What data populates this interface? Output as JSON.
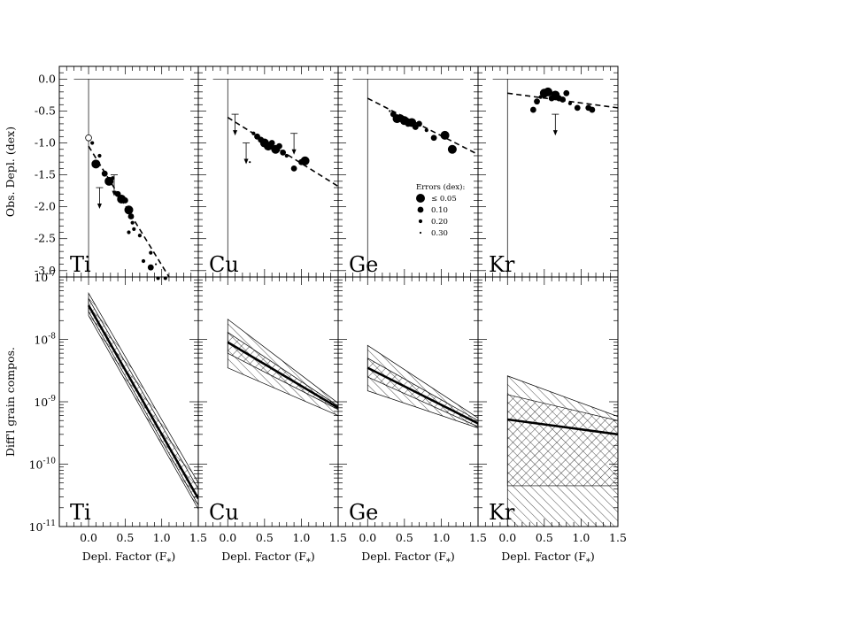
{
  "chart_data": [
    {
      "type": "scatter",
      "element": "Ti",
      "panel_label": "Ti",
      "row": "top",
      "ylabel": "Obs. Depl. (dex)",
      "xlim": [
        -0.4,
        1.5
      ],
      "ylim": [
        -3.1,
        0.2
      ],
      "x_ticks": [
        0.0,
        0.5,
        1.0,
        1.5
      ],
      "y_ticks": [
        0.0,
        -0.5,
        -1.0,
        -1.5,
        -2.0,
        -2.5,
        -3.0
      ],
      "y_tick_labels": [
        "0.0",
        "-0.5",
        "-1.0",
        "-1.5",
        "-2.0",
        "-2.5",
        "-3.0"
      ],
      "fit_line": {
        "x": [
          0.0,
          1.1
        ],
        "y": [
          -1.05,
          -3.1
        ]
      },
      "points": [
        {
          "x": 0.0,
          "y": -0.92,
          "err": 0.1,
          "open": true
        },
        {
          "x": 0.05,
          "y": -1.0,
          "err": 0.2
        },
        {
          "x": 0.1,
          "y": -1.33,
          "err": 0.05
        },
        {
          "x": 0.15,
          "y": -1.2,
          "err": 0.2
        },
        {
          "x": 0.22,
          "y": -1.48,
          "err": 0.1
        },
        {
          "x": 0.28,
          "y": -1.6,
          "err": 0.05
        },
        {
          "x": 0.33,
          "y": -1.55,
          "err": 0.2
        },
        {
          "x": 0.4,
          "y": -1.8,
          "err": 0.1
        },
        {
          "x": 0.45,
          "y": -1.88,
          "err": 0.05
        },
        {
          "x": 0.5,
          "y": -1.9,
          "err": 0.1
        },
        {
          "x": 0.55,
          "y": -2.05,
          "err": 0.05
        },
        {
          "x": 0.58,
          "y": -2.15,
          "err": 0.1
        },
        {
          "x": 0.6,
          "y": -2.25,
          "err": 0.2
        },
        {
          "x": 0.62,
          "y": -2.35,
          "err": 0.2
        },
        {
          "x": 0.55,
          "y": -2.4,
          "err": 0.2
        },
        {
          "x": 0.7,
          "y": -2.45,
          "err": 0.2
        },
        {
          "x": 0.85,
          "y": -2.72,
          "err": 0.2
        },
        {
          "x": 0.75,
          "y": -2.85,
          "err": 0.2
        },
        {
          "x": 0.85,
          "y": -2.95,
          "err": 0.1
        },
        {
          "x": 0.92,
          "y": -2.9,
          "err": 0.3
        },
        {
          "x": 0.95,
          "y": -3.12,
          "err": 0.2
        },
        {
          "x": 1.05,
          "y": -3.12,
          "err": 0.2
        }
      ],
      "upper_limits": [
        {
          "x": 0.15,
          "y": -1.7
        },
        {
          "x": 0.35,
          "y": -1.5
        }
      ]
    },
    {
      "type": "scatter",
      "element": "Cu",
      "panel_label": "Cu",
      "row": "top",
      "xlim": [
        -0.4,
        1.5
      ],
      "ylim": [
        -3.1,
        0.2
      ],
      "x_ticks": [
        0.0,
        0.5,
        1.0,
        1.5
      ],
      "fit_line": {
        "x": [
          0.0,
          1.5
        ],
        "y": [
          -0.6,
          -1.68
        ]
      },
      "points": [
        {
          "x": 0.35,
          "y": -0.85,
          "err": 0.2
        },
        {
          "x": 0.4,
          "y": -0.9,
          "err": 0.1
        },
        {
          "x": 0.45,
          "y": -0.95,
          "err": 0.1
        },
        {
          "x": 0.5,
          "y": -1.0,
          "err": 0.05
        },
        {
          "x": 0.55,
          "y": -1.05,
          "err": 0.05
        },
        {
          "x": 0.6,
          "y": -1.0,
          "err": 0.1
        },
        {
          "x": 0.65,
          "y": -1.1,
          "err": 0.05
        },
        {
          "x": 0.7,
          "y": -1.05,
          "err": 0.1
        },
        {
          "x": 0.75,
          "y": -1.15,
          "err": 0.1
        },
        {
          "x": 0.8,
          "y": -1.2,
          "err": 0.2
        },
        {
          "x": 0.9,
          "y": -1.4,
          "err": 0.1
        },
        {
          "x": 1.0,
          "y": -1.3,
          "err": 0.1
        },
        {
          "x": 1.05,
          "y": -1.28,
          "err": 0.05
        },
        {
          "x": 0.3,
          "y": -1.3,
          "err": 0.3
        }
      ],
      "upper_limits": [
        {
          "x": 0.1,
          "y": -0.55
        },
        {
          "x": 0.25,
          "y": -1.0
        },
        {
          "x": 0.9,
          "y": -0.85
        }
      ]
    },
    {
      "type": "scatter",
      "element": "Ge",
      "panel_label": "Ge",
      "row": "top",
      "xlim": [
        -0.4,
        1.5
      ],
      "ylim": [
        -3.1,
        0.2
      ],
      "x_ticks": [
        0.0,
        0.5,
        1.0,
        1.5
      ],
      "fit_line": {
        "x": [
          0.0,
          1.5
        ],
        "y": [
          -0.3,
          -1.18
        ]
      },
      "points": [
        {
          "x": 0.3,
          "y": -0.5,
          "err": 0.3
        },
        {
          "x": 0.35,
          "y": -0.55,
          "err": 0.1
        },
        {
          "x": 0.4,
          "y": -0.62,
          "err": 0.05
        },
        {
          "x": 0.45,
          "y": -0.6,
          "err": 0.1
        },
        {
          "x": 0.5,
          "y": -0.65,
          "err": 0.05
        },
        {
          "x": 0.55,
          "y": -0.7,
          "err": 0.1
        },
        {
          "x": 0.6,
          "y": -0.68,
          "err": 0.05
        },
        {
          "x": 0.65,
          "y": -0.75,
          "err": 0.1
        },
        {
          "x": 0.7,
          "y": -0.7,
          "err": 0.1
        },
        {
          "x": 0.8,
          "y": -0.8,
          "err": 0.2
        },
        {
          "x": 0.9,
          "y": -0.92,
          "err": 0.1
        },
        {
          "x": 1.05,
          "y": -0.88,
          "err": 0.05
        },
        {
          "x": 1.15,
          "y": -1.1,
          "err": 0.05
        }
      ],
      "upper_limits": [],
      "legend": {
        "title": "Errors (dex):",
        "items": [
          {
            "label": "≤ 0.05",
            "err": 0.05
          },
          {
            "label": "0.10",
            "err": 0.1
          },
          {
            "label": "0.20",
            "err": 0.2
          },
          {
            "label": "0.30",
            "err": 0.3
          }
        ]
      }
    },
    {
      "type": "scatter",
      "element": "Kr",
      "panel_label": "Kr",
      "row": "top",
      "xlim": [
        -0.4,
        1.5
      ],
      "ylim": [
        -3.1,
        0.2
      ],
      "x_ticks": [
        0.0,
        0.5,
        1.0,
        1.5
      ],
      "fit_line": {
        "x": [
          0.0,
          1.5
        ],
        "y": [
          -0.22,
          -0.45
        ]
      },
      "points": [
        {
          "x": 0.4,
          "y": -0.35,
          "err": 0.1
        },
        {
          "x": 0.45,
          "y": -0.28,
          "err": 0.2
        },
        {
          "x": 0.5,
          "y": -0.22,
          "err": 0.05
        },
        {
          "x": 0.55,
          "y": -0.2,
          "err": 0.05
        },
        {
          "x": 0.6,
          "y": -0.3,
          "err": 0.1
        },
        {
          "x": 0.65,
          "y": -0.25,
          "err": 0.05
        },
        {
          "x": 0.7,
          "y": -0.3,
          "err": 0.1
        },
        {
          "x": 0.75,
          "y": -0.32,
          "err": 0.1
        },
        {
          "x": 0.8,
          "y": -0.22,
          "err": 0.1
        },
        {
          "x": 0.85,
          "y": -0.38,
          "err": 0.2
        },
        {
          "x": 0.95,
          "y": -0.45,
          "err": 0.1
        },
        {
          "x": 1.1,
          "y": -0.45,
          "err": 0.1
        },
        {
          "x": 1.15,
          "y": -0.48,
          "err": 0.1
        },
        {
          "x": 0.35,
          "y": -0.48,
          "err": 0.1
        }
      ],
      "upper_limits": [
        {
          "x": 0.65,
          "y": -0.55
        }
      ]
    },
    {
      "type": "line",
      "element": "Ti",
      "panel_label": "Ti",
      "row": "bottom",
      "ylabel": "Diff'l grain compos.",
      "xlabel": "Depl. Factor (F",
      "xlabel_sub": "*",
      "xlabel_close": ")",
      "xlim": [
        -0.4,
        1.5
      ],
      "y_log": true,
      "ylim": [
        1e-11,
        1e-07
      ],
      "x_ticks": [
        0.0,
        0.5,
        1.0,
        1.5
      ],
      "x_tick_labels": [
        "0.0",
        "0.5",
        "1.0",
        "1.5"
      ],
      "y_ticks": [
        1e-11,
        1e-10,
        1e-09,
        1e-08,
        1e-07
      ],
      "y_tick_labels": [
        {
          "base": "10",
          "exp": "-11"
        },
        {
          "base": "10",
          "exp": "-10"
        },
        {
          "base": "10",
          "exp": "-9"
        },
        {
          "base": "10",
          "exp": "-8"
        },
        {
          "base": "10",
          "exp": "-7"
        }
      ],
      "x": [
        0.0,
        1.5
      ],
      "central": [
        3.5e-08,
        2.8e-11
      ],
      "band_a": {
        "low": [
          2.8e-08,
          2.2e-11
        ],
        "high": [
          4.5e-08,
          4e-11
        ]
      },
      "band_b": {
        "low": [
          2.4e-08,
          1.9e-11
        ],
        "high": [
          5.5e-08,
          5e-11
        ]
      }
    },
    {
      "type": "line",
      "element": "Cu",
      "panel_label": "Cu",
      "row": "bottom",
      "xlabel": "Depl. Factor (F",
      "xlabel_sub": "*",
      "xlabel_close": ")",
      "xlim": [
        -0.4,
        1.5
      ],
      "y_log": true,
      "ylim": [
        1e-11,
        1e-07
      ],
      "x_ticks": [
        0.0,
        0.5,
        1.0,
        1.5
      ],
      "x_tick_labels": [
        "0.0",
        "0.5",
        "1.0",
        "1.5"
      ],
      "x": [
        0.0,
        1.5
      ],
      "central": [
        9e-09,
        8e-10
      ],
      "band_a": {
        "low": [
          6e-09,
          7.5e-10
        ],
        "high": [
          1.3e-08,
          8.5e-10
        ]
      },
      "band_b": {
        "low": [
          3.5e-09,
          6e-10
        ],
        "high": [
          2.1e-08,
          9.5e-10
        ]
      }
    },
    {
      "type": "line",
      "element": "Ge",
      "panel_label": "Ge",
      "row": "bottom",
      "xlabel": "Depl. Factor (F",
      "xlabel_sub": "*",
      "xlabel_close": ")",
      "xlim": [
        -0.4,
        1.5
      ],
      "y_log": true,
      "ylim": [
        1e-11,
        1e-07
      ],
      "x_ticks": [
        0.0,
        0.5,
        1.0,
        1.5
      ],
      "x_tick_labels": [
        "0.0",
        "0.5",
        "1.0",
        "1.5"
      ],
      "x": [
        0.0,
        1.5
      ],
      "central": [
        3.5e-09,
        4.5e-10
      ],
      "band_a": {
        "low": [
          2.5e-09,
          4e-10
        ],
        "high": [
          5e-09,
          5e-10
        ]
      },
      "band_b": {
        "low": [
          1.5e-09,
          3.8e-10
        ],
        "high": [
          8e-09,
          5.5e-10
        ]
      }
    },
    {
      "type": "line",
      "element": "Kr",
      "panel_label": "Kr",
      "row": "bottom",
      "xlabel": "Depl. Factor (F",
      "xlabel_sub": "*",
      "xlabel_close": ")",
      "xlim": [
        -0.4,
        1.5
      ],
      "y_log": true,
      "ylim": [
        1e-11,
        1e-07
      ],
      "x_ticks": [
        0.0,
        0.5,
        1.0,
        1.5
      ],
      "x_tick_labels": [
        "0.0",
        "0.5",
        "1.0",
        "1.5"
      ],
      "x": [
        0.0,
        1.5
      ],
      "central": [
        5.2e-10,
        3e-10
      ],
      "band_a": {
        "low": [
          4.5e-11,
          4.5e-11
        ],
        "high": [
          1.3e-09,
          5e-10
        ]
      },
      "band_b": {
        "low": [
          1e-11,
          1e-11
        ],
        "high": [
          2.6e-09,
          5.8e-10
        ]
      }
    }
  ]
}
